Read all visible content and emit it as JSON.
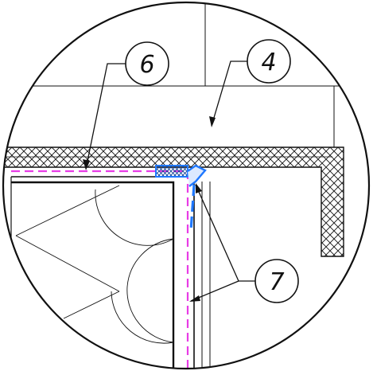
{
  "callouts": {
    "label_6": "6",
    "label_4": "4",
    "label_7": "7"
  },
  "colors": {
    "line": "#111111",
    "hatch": "#111111",
    "membrane_magenta": "#e83ce6",
    "tape_blue": "#1f78ff",
    "background": "#ffffff"
  },
  "icons": {
    "hatching": "crosshatch-pattern",
    "seal_tape": "blue-seal-tape"
  }
}
